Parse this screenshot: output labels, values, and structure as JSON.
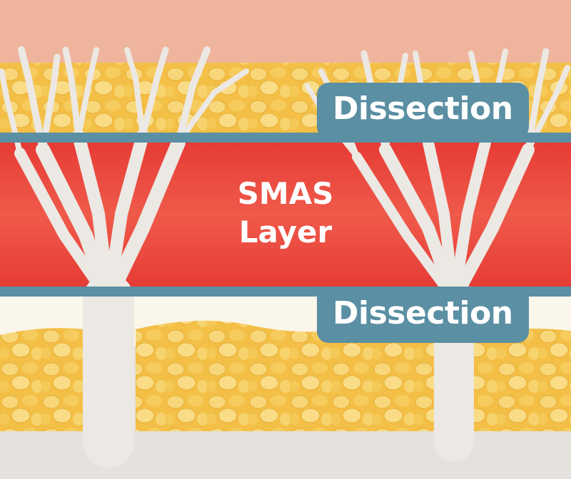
{
  "labels": {
    "top_dissection": "Dissection",
    "bottom_dissection": "Dissection"
  },
  "smas": {
    "line1": "SMAS",
    "line2": "Layer"
  },
  "colors": {
    "skin": "#efb59c",
    "upper_fat": "#f4c544",
    "fascia_line": "#5b8fa3",
    "smas_red": "#e8483f",
    "gap_cream": "#fbf6ea",
    "lower_fat": "#f2c14b",
    "septa_gray": "#e5e1dc",
    "label_bg": "#5b8fa3",
    "label_text": "#ffffff"
  }
}
